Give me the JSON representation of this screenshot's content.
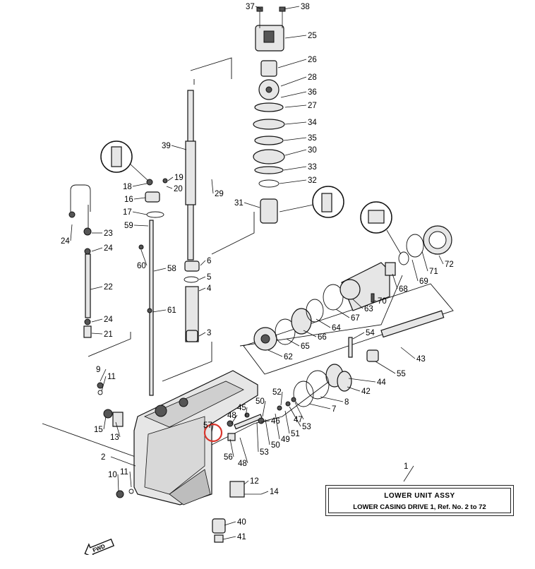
{
  "title_box": {
    "ref_number": "1",
    "heading": "LOWER UNIT ASSY",
    "subheading": "LOWER CASING DRIVE 1, Ref. No. 2 to 72"
  },
  "direction_badge": "FWD",
  "highlight": {
    "part": "57",
    "color": "#d9342b"
  },
  "callouts": [
    "37",
    "38",
    "25",
    "26",
    "28",
    "36",
    "27",
    "34",
    "35",
    "30",
    "33",
    "32",
    "31",
    "39",
    "19",
    "18",
    "20",
    "16",
    "17",
    "59",
    "29",
    "23",
    "24",
    "24",
    "22",
    "24",
    "21",
    "60",
    "58",
    "61",
    "6",
    "5",
    "4",
    "3",
    "72",
    "71",
    "69",
    "68",
    "70",
    "63",
    "67",
    "64",
    "66",
    "65",
    "62",
    "54",
    "43",
    "55",
    "44",
    "42",
    "8",
    "7",
    "9",
    "11",
    "52",
    "50",
    "45",
    "48",
    "57",
    "46",
    "47",
    "53",
    "51",
    "49",
    "50",
    "53",
    "48",
    "56",
    "15",
    "13",
    "2",
    "11",
    "10",
    "12",
    "14",
    "40",
    "41",
    "1"
  ]
}
